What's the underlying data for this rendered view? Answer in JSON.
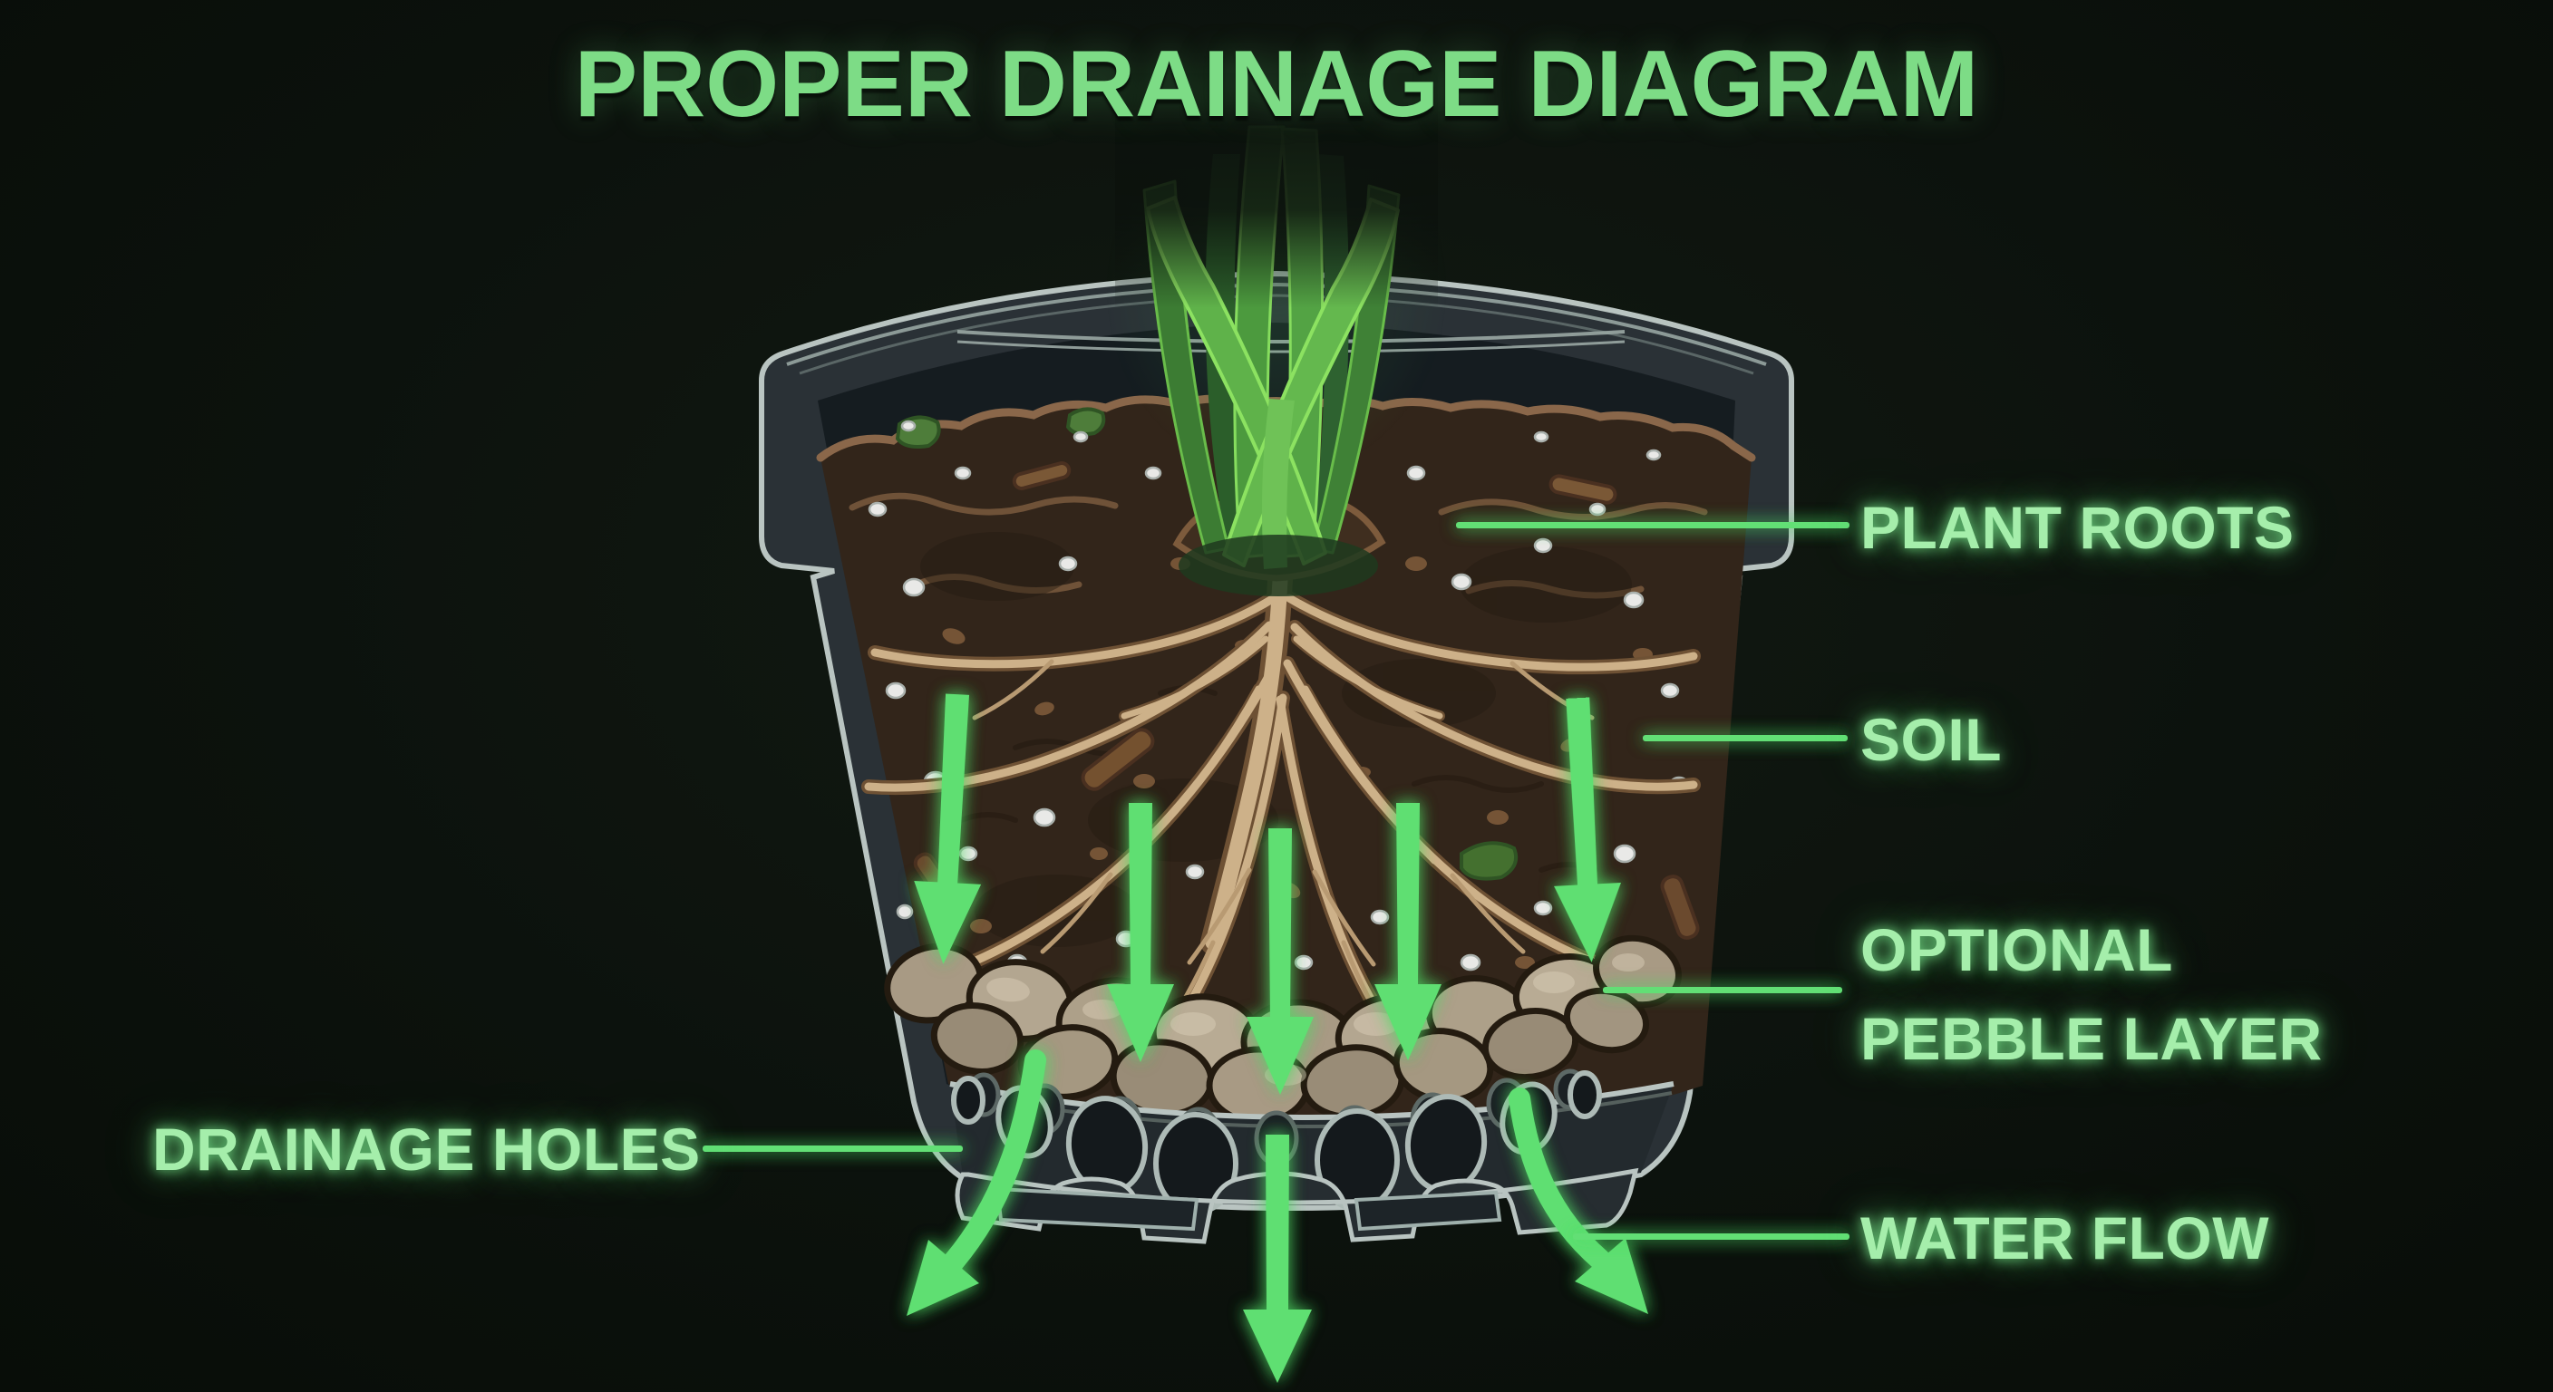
{
  "title": "PROPER DRAINAGE DIAGRAM",
  "labels": {
    "plant_roots": "PLANT ROOTS",
    "soil": "SOIL",
    "pebble_layer_line1": "OPTIONAL",
    "pebble_layer_line2": "PEBBLE LAYER",
    "drainage_holes": "DRAINAGE HOLES",
    "water_flow": "WATER FLOW"
  },
  "figure": {
    "soil_water_arrow_count": 5,
    "outflow_arrow_count": 3,
    "visible_drainage_hole_count": 8
  },
  "colors": {
    "background": "#0c120d",
    "title_green": "#7ddc86",
    "label_green": "#a5eeab",
    "accent_green": "#62df74",
    "pot_body": "#2a3136",
    "pot_outline": "#b9c4c1",
    "soil_brown": "#32251a",
    "soil_edge_brown": "#8a674a",
    "root_tan": "#cdb189",
    "pebble_tan": "#b3a690",
    "perlite_white": "#e9e9e7",
    "leaf_green": "#4f9c40",
    "leaf_edge_green": "#8ce261"
  }
}
